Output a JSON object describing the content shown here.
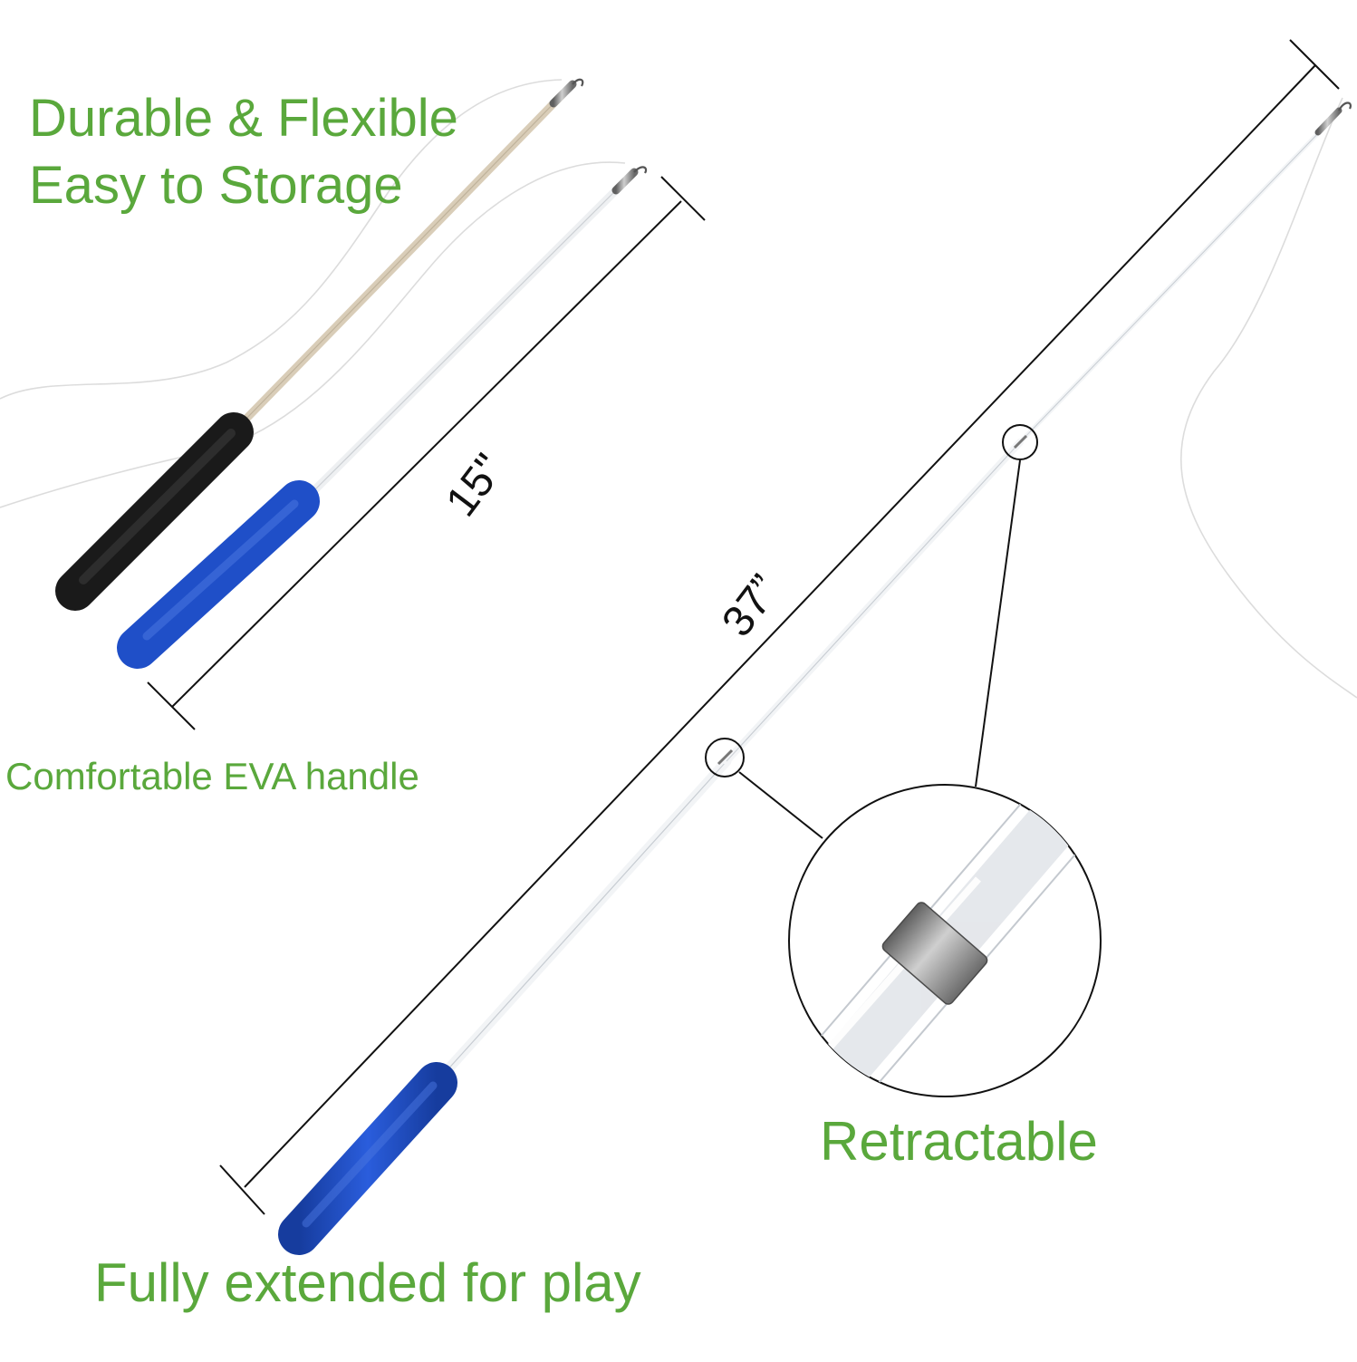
{
  "captions": {
    "line1": "Durable & Flexible",
    "line2": "Easy to Storage",
    "handle": "Comfortable EVA handle",
    "retractable": "Retractable",
    "extended": "Fully extended for play"
  },
  "dimensions": {
    "short": "15\"",
    "long": "37”"
  },
  "colors": {
    "caption_green": "#5aa83c",
    "dimension_line": "#111111",
    "handle_black": "#1a1a1a",
    "handle_blue": "#1f4fc8",
    "rod_beige": "#d9cdb8",
    "rod_white": "#f2f4f6",
    "string_gray": "#d6d6d6",
    "metal_tip": "#8c8c8c"
  }
}
